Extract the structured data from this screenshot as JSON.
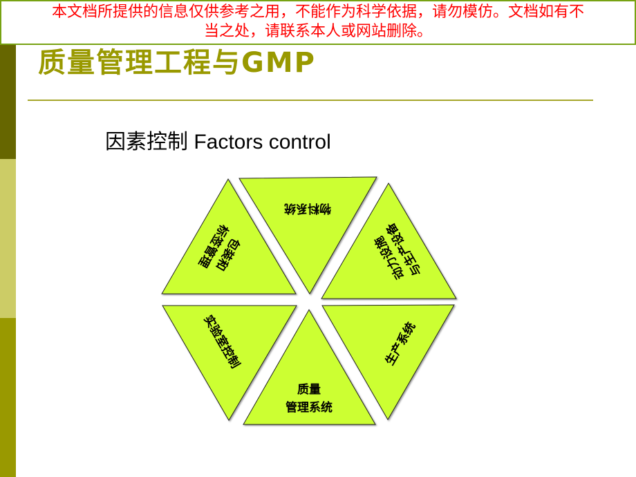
{
  "watermark": {
    "line1": "本文档所提供的信息仅供参考之用，不能作为科学依据，请勿模仿。文档如有不",
    "line2": "当之处，请联系本人或网站删除。",
    "color": "#ff0000",
    "border_color": "#77a212"
  },
  "slide": {
    "title": "质量管理工程与GMP",
    "subtitle": "因素控制 Factors control",
    "title_color": "#999900",
    "sidebar_colors": [
      "#666600",
      "#cccc66",
      "#999900"
    ]
  },
  "diagram": {
    "fill_color": "#ccff33",
    "segments": [
      {
        "id": "materials",
        "label": "物料系统",
        "lines": [
          "物料系统"
        ]
      },
      {
        "id": "facilities",
        "label": "动力设施与生产设备",
        "lines": [
          "动力设施",
          "与生产设备"
        ]
      },
      {
        "id": "production",
        "label": "生产系统",
        "lines": [
          "生产系统"
        ]
      },
      {
        "id": "quality",
        "label": "质量管理系统",
        "lines": [
          "质量",
          "管理系统"
        ]
      },
      {
        "id": "laboratory",
        "label": "实验室控制",
        "lines": [
          "实验室控制"
        ]
      },
      {
        "id": "packaging",
        "label": "包装和标签管理",
        "lines": [
          "包装和",
          "标签管理"
        ]
      }
    ]
  }
}
